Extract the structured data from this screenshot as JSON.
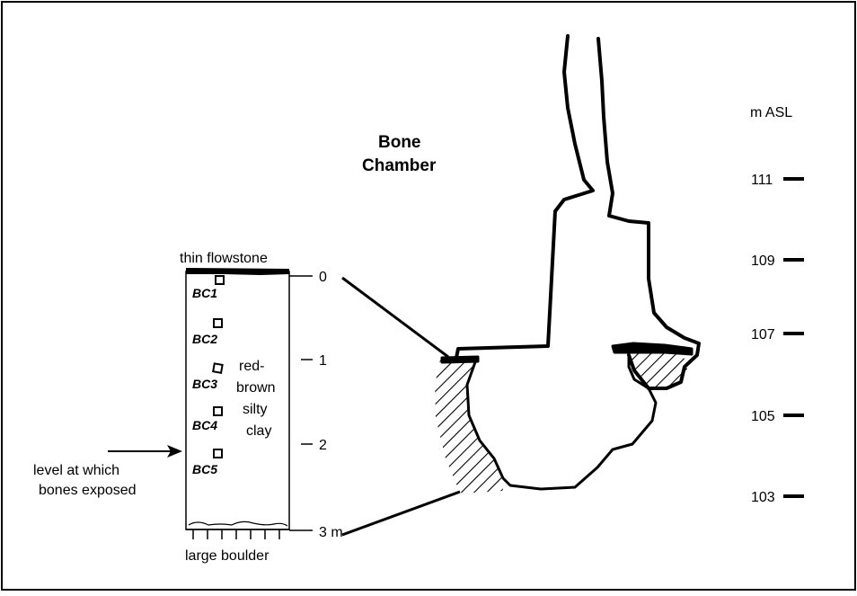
{
  "title": {
    "line1": "Bone",
    "line2": "Chamber"
  },
  "column": {
    "top_label": "thin flowstone",
    "bottom_label": "large boulder",
    "lithology": [
      "red-",
      "brown",
      "silty",
      "clay"
    ],
    "samples": [
      "BC1",
      "BC2",
      "BC3",
      "BC4",
      "BC5"
    ],
    "depth_ticks": [
      "0",
      "1",
      "2",
      "3 m"
    ]
  },
  "arrow_note": {
    "line1": "level at which",
    "line2": "bones exposed"
  },
  "elevation": {
    "unit_label": "m ASL",
    "ticks": [
      "111",
      "109",
      "107",
      "105",
      "103"
    ]
  }
}
